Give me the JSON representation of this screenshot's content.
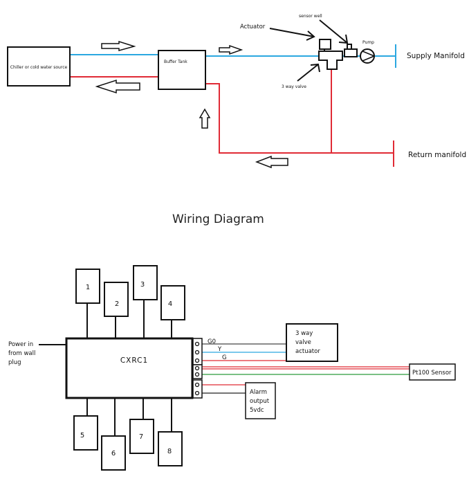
{
  "plumbing": {
    "chiller_label": "Chiller or cold water source",
    "buffer_label": "Buffer Tank",
    "actuator_label": "Actuator",
    "sensor_well_label": "sensor well",
    "pump_label": "Pump",
    "three_way_valve_label": "3 way valve",
    "supply_manifold_label": "Supply Manifold",
    "return_manifold_label": "Return manifold",
    "colors": {
      "supply": "#2aa7e0",
      "return": "#e02a35"
    }
  },
  "wiring": {
    "title": "Wiring Diagram",
    "controller_label": "CXRC1",
    "power_label_lines": [
      "Power in",
      "from wall",
      "plug"
    ],
    "top_modules": [
      "1",
      "2",
      "3",
      "4"
    ],
    "bottom_modules": [
      "5",
      "6",
      "7",
      "8"
    ],
    "terminal_labels": [
      "G0",
      "Y",
      "G"
    ],
    "actuator_box_lines": [
      "3 way",
      "valve",
      "actuator"
    ],
    "sensor_box_label": "Pt100 Sensor",
    "alarm_box_lines": [
      "Alarm",
      "output",
      "5vdc"
    ],
    "wire_colors": {
      "black": "#222222",
      "blue": "#2aa7e0",
      "red": "#e02a35",
      "green": "#2a9a3a"
    }
  }
}
